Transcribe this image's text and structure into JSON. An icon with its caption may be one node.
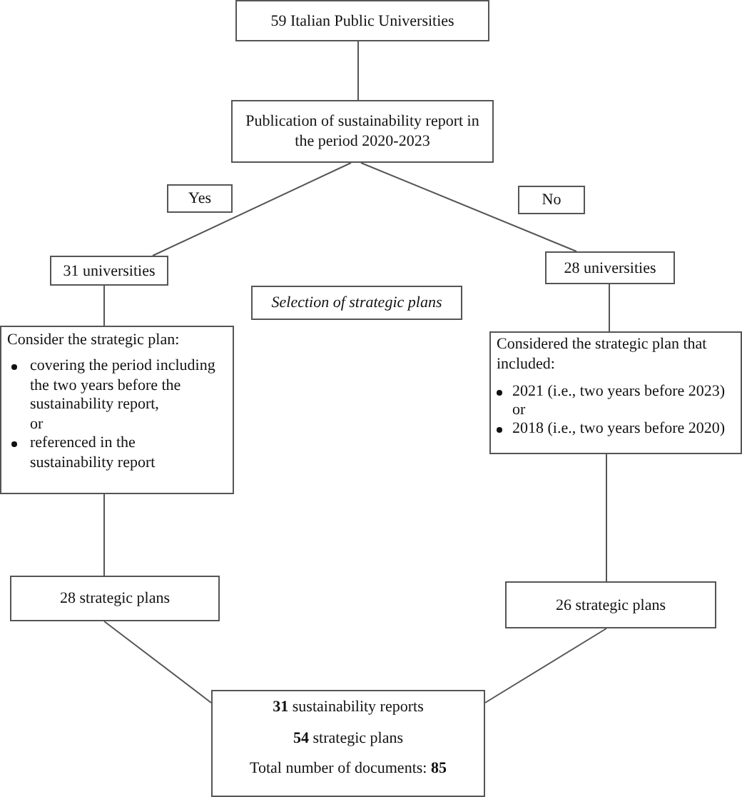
{
  "diagram": {
    "nodes": [
      {
        "text": [
          "59 Italian Public Universities"
        ]
      },
      {
        "text": [
          "Publication of sustainability report in the period 2020-2023"
        ]
      },
      {
        "text": [
          "31 universities"
        ]
      },
      {
        "text": [
          "Selection of strategic plans"
        ]
      },
      {
        "text": [
          "28 universities"
        ]
      },
      {
        "text": [
          "Consider the strategic plan:",
          "covering the period including the two years before the sustainability report,",
          "or",
          "referenced in the sustainability report"
        ]
      },
      {
        "text": [
          "Considered the strategic plan that included:",
          "2021 (i.e., two years before 2023)",
          "or",
          "2018 (i.e., two years before 2020)"
        ]
      },
      {
        "text": [
          "28 strategic plans"
        ]
      },
      {
        "text": [
          "26 strategic plans"
        ]
      },
      {
        "text": [
          "**31** sustainability reports",
          "**54** strategic plans",
          "Total number of documents: **85**"
        ]
      }
    ],
    "edges": [
      {
        "from": 0,
        "to": 1,
        "arrow": "none"
      },
      {
        "from": 1,
        "to": 2,
        "arrow": "none",
        "label": "Yes"
      },
      {
        "from": 1,
        "to": 4,
        "arrow": "none",
        "label": "No"
      },
      {
        "from": 2,
        "to": 5,
        "arrow": "none"
      },
      {
        "from": 4,
        "to": 6,
        "arrow": "none"
      },
      {
        "from": 5,
        "to": 7,
        "arrow": "none"
      },
      {
        "from": 6,
        "to": 8,
        "arrow": "none"
      },
      {
        "from": 7,
        "to": 9,
        "arrow": "none"
      },
      {
        "from": 8,
        "to": 9,
        "arrow": "none"
      }
    ]
  }
}
